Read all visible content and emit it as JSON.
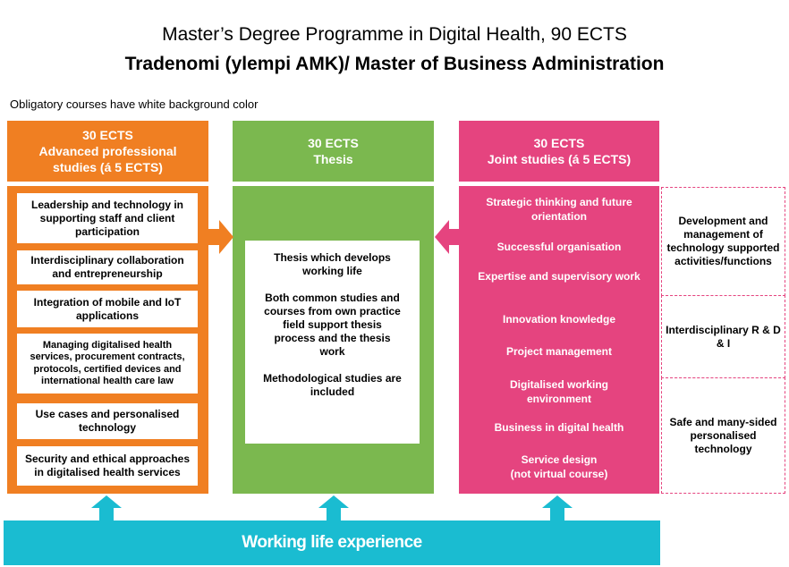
{
  "header": {
    "title": "Master’s Degree Programme in Digital Health, 90 ECTS",
    "subtitle": "Tradenomi (ylempi AMK)/ Master of Business Administration",
    "note": "Obligatory courses have white background color"
  },
  "columns": {
    "advanced": {
      "head_line1": "30 ECTS",
      "head_line2": "Advanced professional studies (á 5 ECTS)",
      "items": [
        "Leadership and technology in supporting staff and client participation",
        "Interdisciplinary collaboration and entrepreneurship",
        "Integration of mobile and IoT applications",
        "Managing digitalised health services, procurement contracts, protocols, certified devices and international health care law",
        "Use cases and personalised technology",
        "Security and ethical approaches in digitalised health services"
      ]
    },
    "thesis": {
      "head_line1": "30 ECTS",
      "head_line2": "Thesis",
      "paragraphs": [
        "Thesis which develops working life",
        "Both common studies and courses from own practice field support thesis process and the thesis work",
        "Methodological studies are included"
      ]
    },
    "joint": {
      "head_line1": "30 ECTS",
      "head_line2": "Joint studies (á 5 ECTS)",
      "items": [
        "Strategic thinking and future orientation",
        "Successful organisation",
        "Expertise and supervisory work",
        "Innovation knowledge",
        "Project management",
        "Digitalised working environment",
        "Business in digital health",
        "Service design",
        "(not virtual course)"
      ]
    },
    "side": {
      "items": [
        "Development and management of technology supported activities/functions",
        "Interdisciplinary R & D & I",
        "Safe and many-sided personalised technology"
      ]
    }
  },
  "footer": {
    "label": "Working life experience"
  },
  "colors": {
    "orange": "#f07f22",
    "green": "#7bb84f",
    "pink": "#e5447f",
    "cyan": "#1abcd1"
  }
}
